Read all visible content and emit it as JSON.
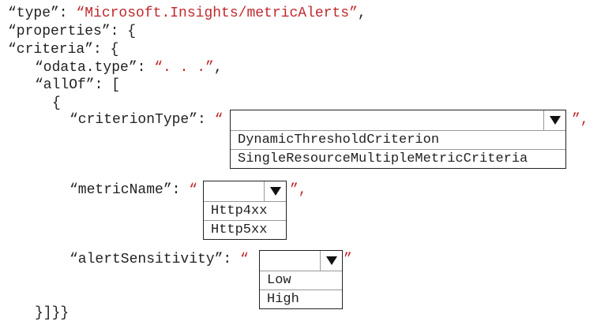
{
  "lines": {
    "type_key": "“type”: ",
    "type_val": "“Microsoft.Insights/metricAlerts”",
    "comma": ",",
    "properties": "“properties”: {",
    "criteria": "“criteria”: {",
    "odata_key": "“odata.type”: ",
    "odata_val": "“. . .”",
    "allof": "“allOf”: [",
    "open_brace": "{",
    "criterion_key": "“criterionType”: ",
    "metric_key": "“metricName”: ",
    "sensitivity_key": "“alertSensitivity”: ",
    "open_quote": "“",
    "close_quote_comma": "”,",
    "close_quote": "”",
    "closing": "}]}}"
  },
  "dropdowns": {
    "criterionType": {
      "selected": "",
      "options": [
        "DynamicThresholdCriterion",
        "SingleResourceMultipleMetricCriteria"
      ]
    },
    "metricName": {
      "selected": "",
      "options": [
        "Http4xx",
        "Http5xx"
      ]
    },
    "alertSensitivity": {
      "selected": "",
      "options": [
        "Low",
        "High"
      ]
    }
  },
  "colors": {
    "string": "#c0282d",
    "text": "#222222"
  }
}
